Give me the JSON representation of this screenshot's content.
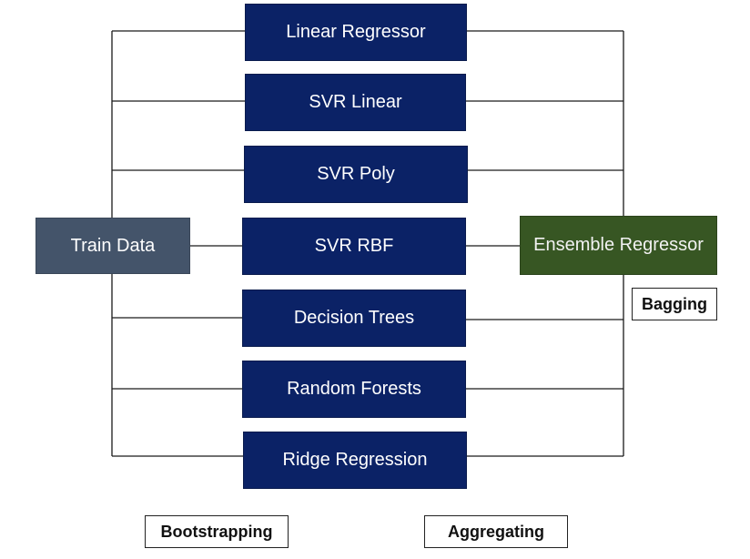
{
  "train_data": {
    "label": "Train Data"
  },
  "ensemble": {
    "label": "Ensemble Regressor"
  },
  "models": [
    {
      "label": "Linear Regressor"
    },
    {
      "label": "SVR Linear"
    },
    {
      "label": "SVR Poly"
    },
    {
      "label": "SVR RBF"
    },
    {
      "label": "Decision Trees"
    },
    {
      "label": "Random Forests"
    },
    {
      "label": "Ridge Regression"
    }
  ],
  "captions": {
    "bagging": "Bagging",
    "bootstrapping": "Bootstrapping",
    "aggregating": "Aggregating"
  },
  "colors": {
    "model_fill": "#0b2266",
    "train_fill": "#44546a",
    "ensemble_fill": "#375623",
    "connector": "#1a1a1a"
  }
}
